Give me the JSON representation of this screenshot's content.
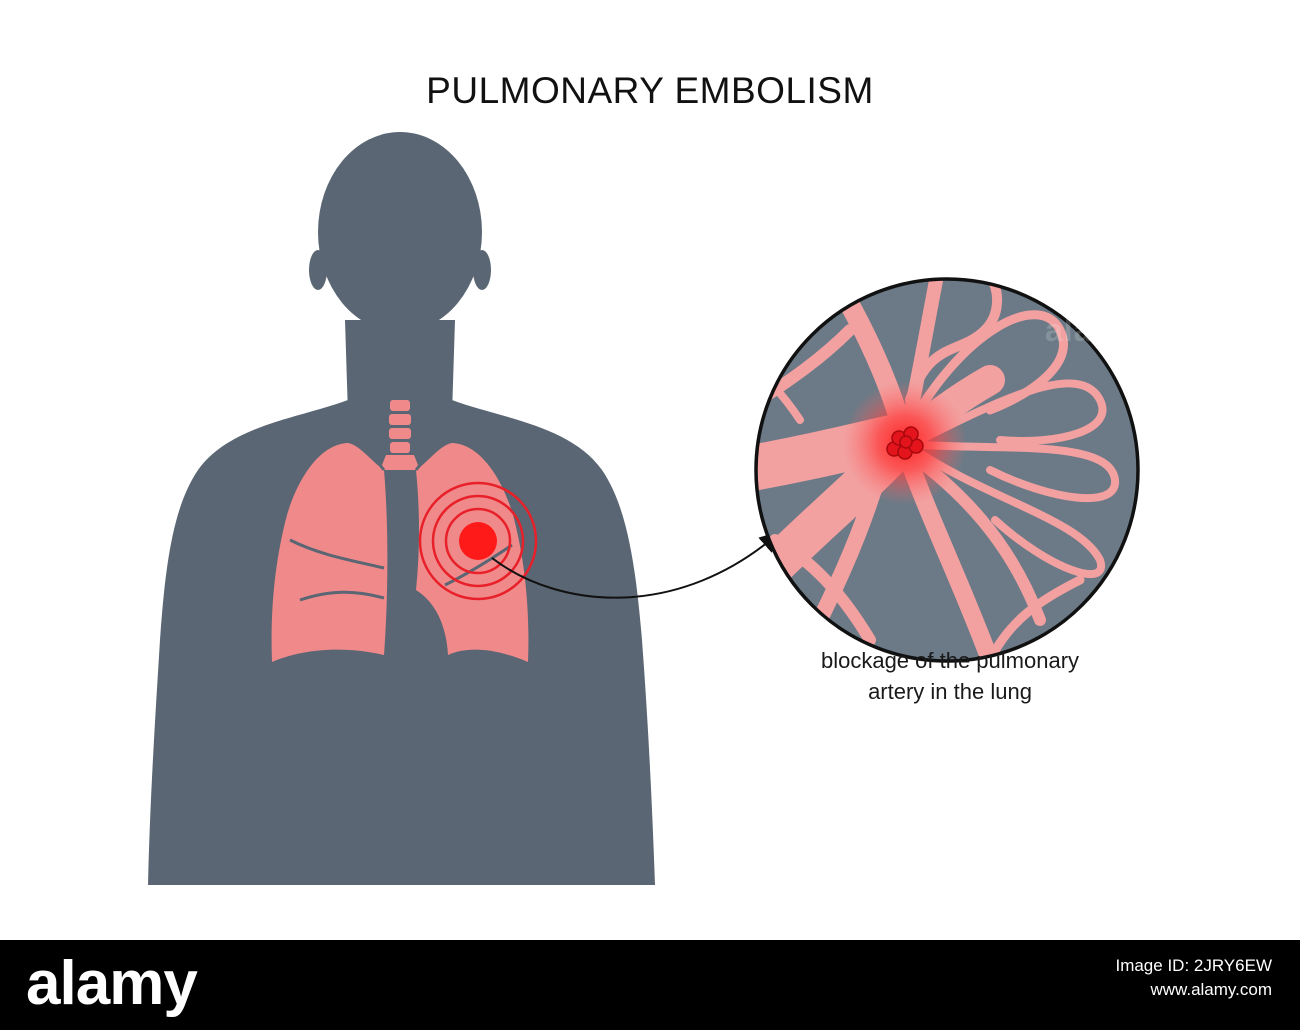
{
  "title": "PULMONARY EMBOLISM",
  "caption": {
    "line1": "blockage of the pulmonary",
    "line2": "artery in the lung"
  },
  "watermark": "alamy",
  "footer": {
    "logo": "alamy",
    "line1": "Image ID: 2JRY6EW",
    "line2": "www.alamy.com"
  },
  "colors": {
    "title": "#111111",
    "body": "#5a6673",
    "lung": "#f08a8a",
    "blood_vessel": "#f2a0a0",
    "clot": "#ff1a1a",
    "zoom_background": "#6b7a86",
    "zoom_border": "#111111",
    "footer_background": "#000000"
  },
  "icons": [
    "pain-target-icon",
    "arrow-icon",
    "blood-clot-icon"
  ]
}
